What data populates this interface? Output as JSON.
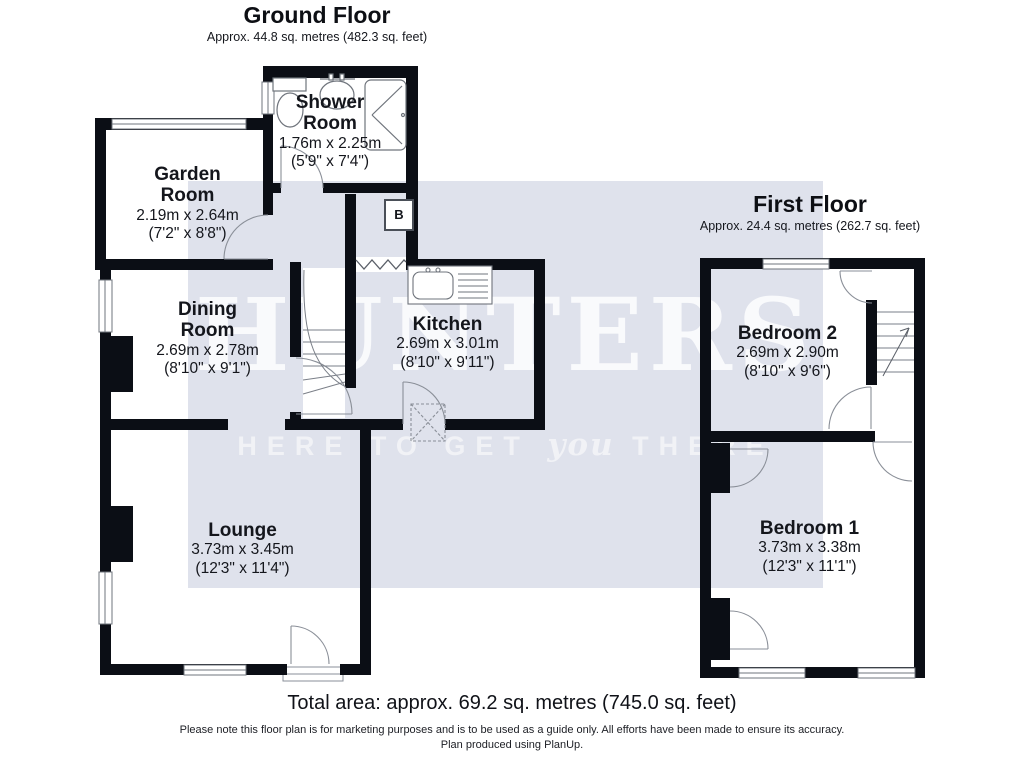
{
  "watermark": {
    "brand": "HUNTERS",
    "tagline_pre": "HERE TO GET",
    "tagline_script": "you",
    "tagline_post": "THERE",
    "band_color": "#dfe2ec",
    "text_color": "#ffffff"
  },
  "ground_floor": {
    "title": "Ground Floor",
    "area": "Approx. 44.8 sq. metres (482.3 sq. feet)",
    "boiler_label": "B",
    "rooms": [
      {
        "name": "Shower Room",
        "dims_m": "1.76m x 2.25m",
        "dims_ft": "(5'9\" x 7'4\")"
      },
      {
        "name": "Garden Room",
        "dims_m": "2.19m x 2.64m",
        "dims_ft": "(7'2\" x 8'8\")"
      },
      {
        "name": "Dining Room",
        "dims_m": "2.69m x 2.78m",
        "dims_ft": "(8'10\" x 9'1\")"
      },
      {
        "name": "Kitchen",
        "dims_m": "2.69m x 3.01m",
        "dims_ft": "(8'10\" x 9'11\")"
      },
      {
        "name": "Lounge",
        "dims_m": "3.73m x 3.45m",
        "dims_ft": "(12'3\" x 11'4\")"
      }
    ]
  },
  "first_floor": {
    "title": "First Floor",
    "area": "Approx. 24.4 sq. metres (262.7 sq. feet)",
    "rooms": [
      {
        "name": "Bedroom 2",
        "dims_m": "2.69m x 2.90m",
        "dims_ft": "(8'10\" x 9'6\")"
      },
      {
        "name": "Bedroom 1",
        "dims_m": "3.73m x 3.38m",
        "dims_ft": "(12'3\" x 11'1\")"
      }
    ]
  },
  "footer": {
    "total_area": "Total area: approx. 69.2 sq. metres (745.0 sq. feet)",
    "disclaimer": "Please note this floor plan is for marketing purposes and is to be used as a guide only. All efforts have been made to ensure its accuracy.",
    "produced_by": "Plan produced using PlanUp."
  },
  "colors": {
    "wall": "#0b0e15",
    "fixture_line": "#6f747c",
    "door_arc": "#8a8f98",
    "watermark_band": "#dfe2ec"
  }
}
